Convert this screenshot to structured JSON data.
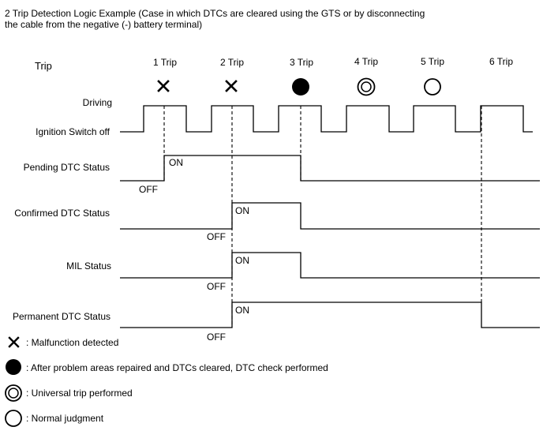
{
  "title_line1": "2 Trip Detection Logic Example (Case in which DTCs are cleared using the GTS or by disconnecting",
  "title_line2": "the cable from the negative (-) battery terminal)",
  "trip_axis_label": "Trip",
  "trips": [
    {
      "label": "1 Trip",
      "marker": "cross-icon"
    },
    {
      "label": "2 Trip",
      "marker": "cross-icon"
    },
    {
      "label": "3 Trip",
      "marker": "filled-circle-icon"
    },
    {
      "label": "4 Trip",
      "marker": "double-circle-icon"
    },
    {
      "label": "5 Trip",
      "marker": "open-circle-icon"
    },
    {
      "label": "6 Trip",
      "marker": ""
    }
  ],
  "rows": {
    "driving": "Driving",
    "ignition_off": "Ignition Switch off",
    "pending": "Pending DTC Status",
    "confirmed": "Confirmed DTC Status",
    "mil": "MIL Status",
    "permanent": "Permanent DTC Status"
  },
  "state_on": "ON",
  "state_off": "OFF",
  "legend": [
    {
      "icon": "cross-icon",
      "text": ": Malfunction detected"
    },
    {
      "icon": "filled-circle-icon",
      "text": ": After problem areas repaired and DTCs cleared, DTC check performed"
    },
    {
      "icon": "double-circle-icon",
      "text": ": Universal trip performed"
    },
    {
      "icon": "open-circle-icon",
      "text": ": Normal judgment"
    }
  ]
}
